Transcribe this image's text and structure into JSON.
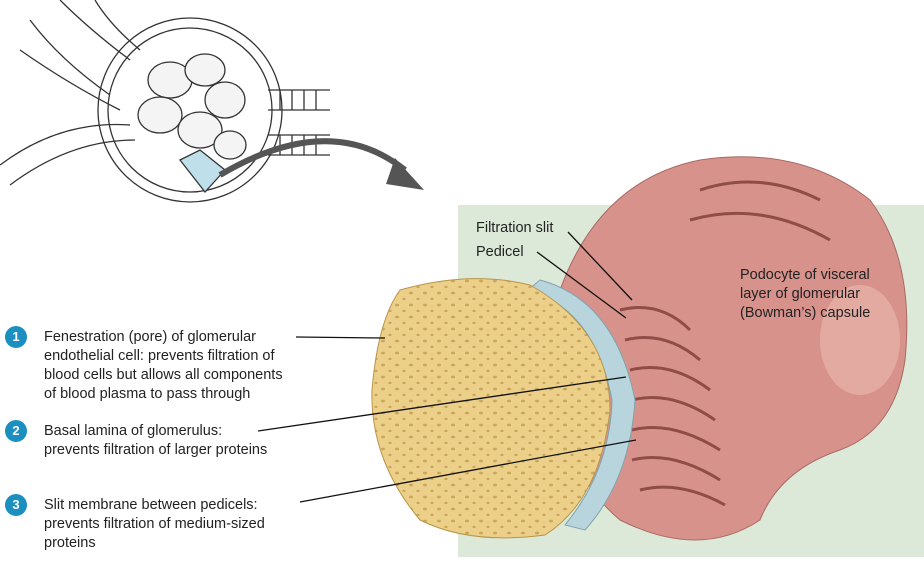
{
  "colors": {
    "badge": "#1a8fc0",
    "backdrop": "#dde9d8",
    "capillary": "#e8c878",
    "podocyte": "#d8908a",
    "lamina": "#b8d4dc"
  },
  "labels": {
    "filtration_slit": "Filtration slit",
    "pedicel": "Pedicel",
    "podocyte": [
      "Podocyte of visceral",
      "layer of glomerular",
      "(Bowman’s) capsule"
    ]
  },
  "items": [
    {
      "number": "1",
      "lines": [
        "Fenestration (pore) of glomerular",
        "endothelial cell: prevents filtration of",
        "blood cells but allows all components",
        "of blood plasma to pass through"
      ]
    },
    {
      "number": "2",
      "lines": [
        "Basal lamina of glomerulus:",
        "prevents filtration of larger proteins"
      ]
    },
    {
      "number": "3",
      "lines": [
        "Slit membrane between pedicels:",
        "prevents filtration of medium-sized",
        "proteins"
      ]
    }
  ]
}
